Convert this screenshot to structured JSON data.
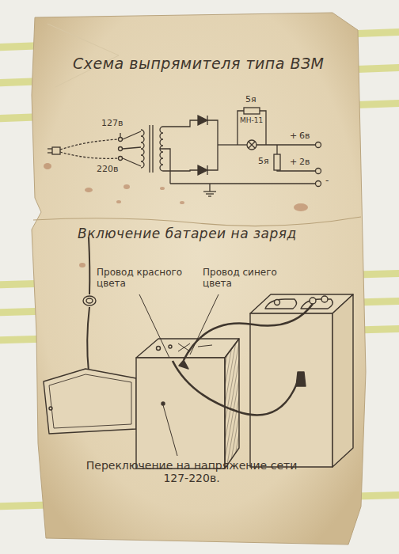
{
  "diagram": {
    "title": "Схема выпрямителя типа ВЗМ",
    "labels": [
      "Включение батареи на заряд",
      "127в",
      "220в",
      "5я",
      "МН-11",
      "5я",
      "+",
      "6в",
      "+",
      "2в",
      "-",
      "Провод красного цвета",
      "Провод синего цвета",
      "Переключение на напряжение сети 127-220в."
    ]
  }
}
